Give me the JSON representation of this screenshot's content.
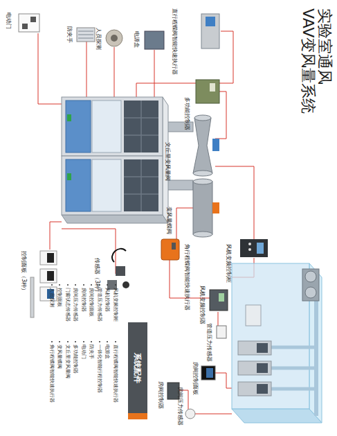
{
  "diagram": {
    "title": "实验室通风 VAV变风量系统",
    "nodes": [
      {
        "text": [
          "系统配件"
        ]
      }
    ],
    "labels": [
      "电动门",
      "防夹手",
      "人员探测",
      "电源盒",
      "直行程蝶阀智能快速执行器",
      "多功能控制器",
      "文丘里变风量阀",
      "变风量蝶阀",
      "角行程蝶阀智能快速执行器",
      "控制面板（3种）",
      "传感器（3种）",
      "风机变频控制柜",
      "风机变频控制器",
      "管道压力传感器",
      "房间控制面板",
      "房间控制器",
      "房间压力传感器",
      "风机变频控制柜",
      "风机控制器",
      "管道压力传感器",
      "房间控制面板",
      "房间控制器",
      "房间压力传感器",
      "门窗状态传感器",
      "控制面板",
      "人员探测",
      "直行程蝶阀智能快速执行器",
      "电源盒",
      "一体化智能行程控制器",
      "防夹手",
      "电动门",
      "多功能控制器",
      "文丘里变风量阀",
      "变风量蝶阀",
      "角行程蝶阀智能快速执行器"
    ]
  }
}
